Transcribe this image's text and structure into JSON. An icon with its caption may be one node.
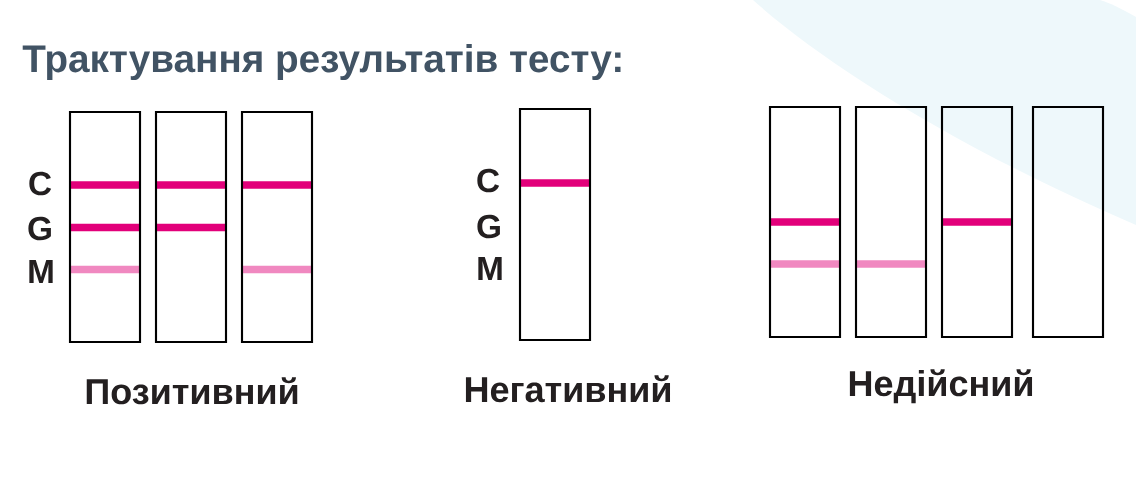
{
  "diagram": {
    "title": "Трактування результатів тесту:",
    "labels": [
      "C",
      "G",
      "M",
      "C",
      "G",
      "M",
      "Позитивний",
      "Негативний",
      "Недійсний"
    ]
  }
}
